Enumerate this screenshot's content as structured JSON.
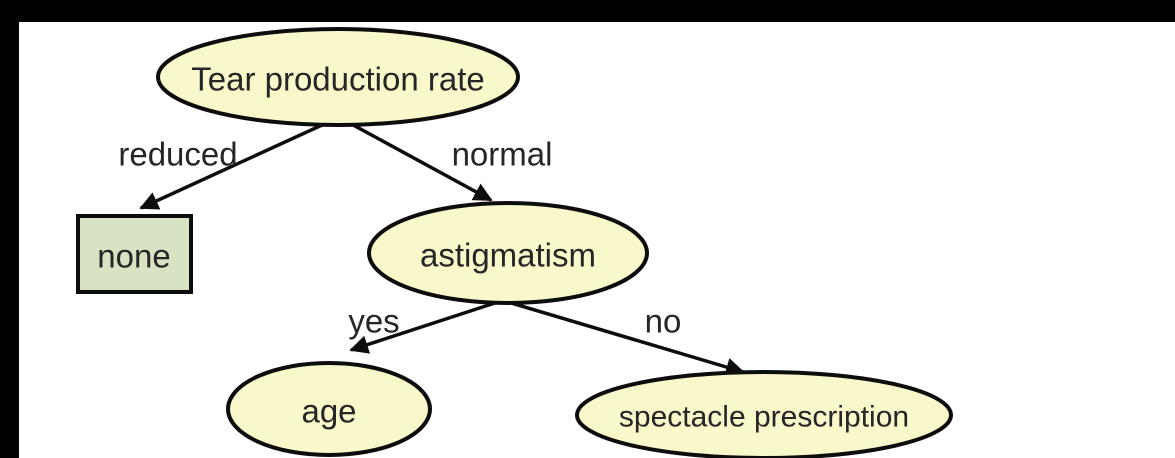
{
  "diagram": {
    "type": "decision-tree",
    "nodes": [
      {
        "id": "root",
        "label": "Tear production rate",
        "kind": "decision",
        "shape": "ellipse"
      },
      {
        "id": "none",
        "label": "none",
        "kind": "leaf",
        "shape": "rectangle"
      },
      {
        "id": "astigmatism",
        "label": "astigmatism",
        "kind": "decision",
        "shape": "ellipse"
      },
      {
        "id": "age",
        "label": "age",
        "kind": "decision",
        "shape": "ellipse"
      },
      {
        "id": "spectacle",
        "label": "spectacle prescription",
        "kind": "decision",
        "shape": "ellipse"
      }
    ],
    "edges": [
      {
        "from": "root",
        "to": "none",
        "label": "reduced"
      },
      {
        "from": "root",
        "to": "astigmatism",
        "label": "normal"
      },
      {
        "from": "astigmatism",
        "to": "age",
        "label": "yes"
      },
      {
        "from": "astigmatism",
        "to": "spectacle",
        "label": "no"
      }
    ],
    "colors": {
      "node_fill": "#f8f8cb",
      "leaf_fill": "#d8e3c3",
      "stroke": "#0d0d0d",
      "text": "#262626",
      "canvas": "#ffffff",
      "frame": "#000000"
    }
  }
}
